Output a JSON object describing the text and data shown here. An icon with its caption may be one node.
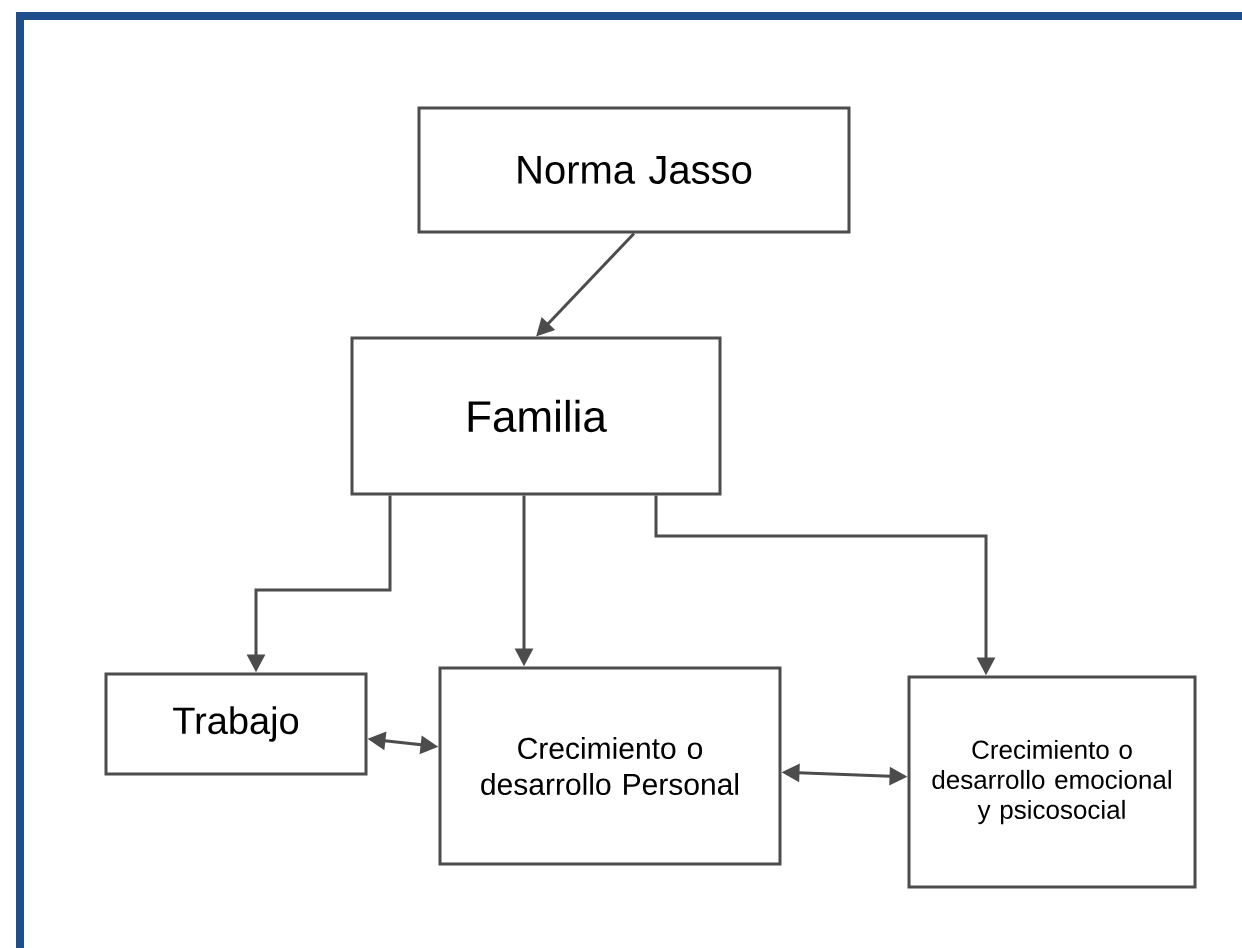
{
  "diagram": {
    "nodes": [
      {
        "text": [
          "Norma Jasso"
        ]
      },
      {
        "text": [
          "Familia"
        ]
      },
      {
        "text": [
          "Trabajo"
        ]
      },
      {
        "text": [
          "Crecimiento o desarrollo Personal"
        ]
      },
      {
        "text": [
          "Crecimiento o desarrollo emocional y psicosocial"
        ]
      }
    ],
    "edges": [
      {
        "from": 0,
        "to": 1,
        "arrow": "to"
      },
      {
        "from": 1,
        "to": 2,
        "arrow": "to"
      },
      {
        "from": 1,
        "to": 3,
        "arrow": "to"
      },
      {
        "from": 1,
        "to": 4,
        "arrow": "to"
      },
      {
        "from": 2,
        "to": 3,
        "arrow": "both"
      },
      {
        "from": 3,
        "to": 4,
        "arrow": "both"
      }
    ]
  }
}
